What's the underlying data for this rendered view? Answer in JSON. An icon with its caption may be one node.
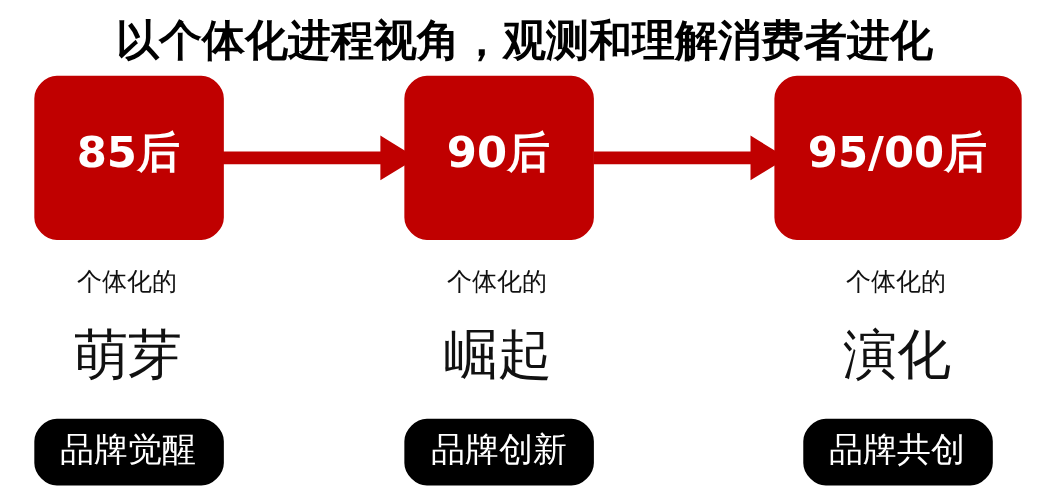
{
  "diagram": {
    "title": "以个体化进程视角，观测和理解消费者进化",
    "nodes": [
      {
        "text": [
          "85后"
        ],
        "beside": [
          "个体化的",
          "萌芽"
        ]
      },
      {
        "text": [
          "90后"
        ],
        "beside": [
          "个体化的",
          "崛起"
        ]
      },
      {
        "text": [
          "95/00后"
        ],
        "beside": [
          "个体化的",
          "演化"
        ]
      },
      {
        "text": [
          "品牌觉醒"
        ]
      },
      {
        "text": [
          "品牌创新"
        ]
      },
      {
        "text": [
          "品牌共创"
        ]
      }
    ],
    "edges": [
      {
        "from": 0,
        "to": 1,
        "arrow": "to"
      },
      {
        "from": 1,
        "to": 2,
        "arrow": "to"
      }
    ]
  }
}
